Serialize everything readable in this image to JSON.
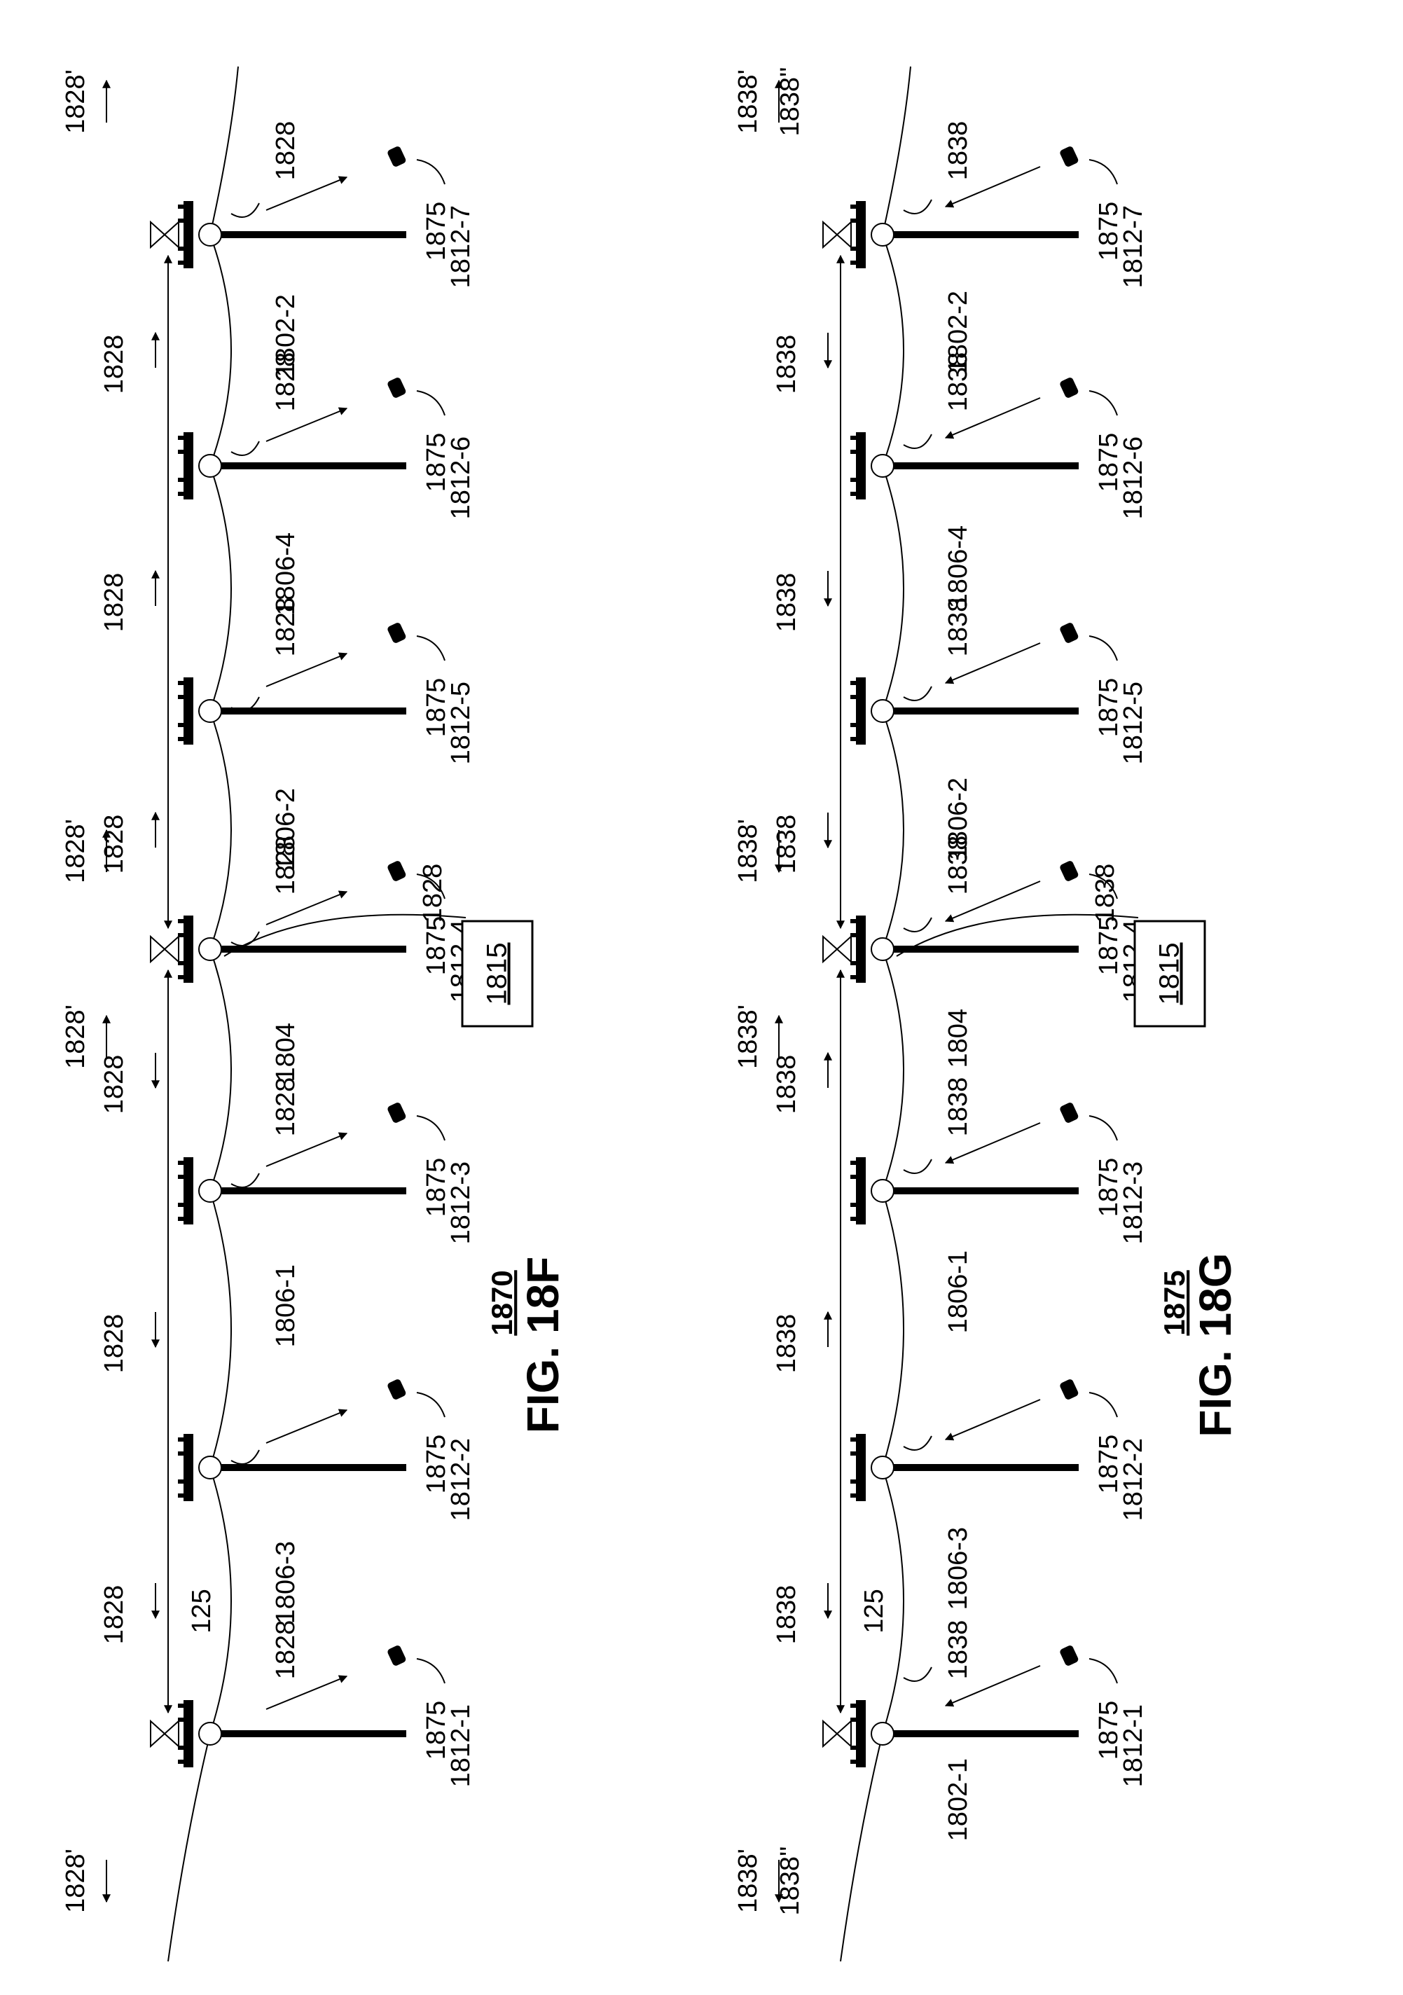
{
  "figures": [
    {
      "title": "FIG. 18F",
      "ref": "1870",
      "backhaul_label": "1828'",
      "signal_label": "1828",
      "line_label": "125",
      "pole_label": "1875",
      "box_label": "1815",
      "box_signal_label": "1828",
      "nodes": [
        "1806-3",
        "1806-1",
        "1804",
        "1806-2",
        "1806-4",
        "1802-2"
      ],
      "devices": [
        "1812-1",
        "1812-2",
        "1812-3",
        "1812-4",
        "1812-5",
        "1812-6",
        "1812-7"
      ],
      "top_arrows": [
        "down",
        "up",
        "up",
        "up"
      ],
      "segment_arrows": [
        "down",
        "down",
        "down",
        "up",
        "up",
        "up"
      ],
      "device_arrow_direction": "toward-device",
      "labelled_device_arrows": [
        true,
        false,
        true,
        true,
        true,
        true,
        true
      ]
    },
    {
      "title": "FIG. 18G",
      "ref": "1875",
      "backhaul_label": "1838'",
      "backhaul2_label": "1838''",
      "signal_label": "1838",
      "line_label": "125",
      "pole_label": "1875",
      "box_label": "1815",
      "box_signal_label": "1838",
      "nodes": [
        "1802-1",
        "1806-3",
        "1806-1",
        "1804",
        "1806-2",
        "1806-4",
        "1802-2"
      ],
      "devices": [
        "1812-1",
        "1812-2",
        "1812-3",
        "1812-4",
        "1812-5",
        "1812-6",
        "1812-7"
      ],
      "top_arrows": [
        "down",
        "up",
        "down",
        "up"
      ],
      "segment_arrows": [
        "down",
        "up",
        "up",
        "down",
        "down",
        "down"
      ],
      "device_arrow_direction": "toward-pole",
      "labelled_device_arrows": [
        true,
        false,
        true,
        true,
        true,
        true,
        true
      ]
    }
  ]
}
